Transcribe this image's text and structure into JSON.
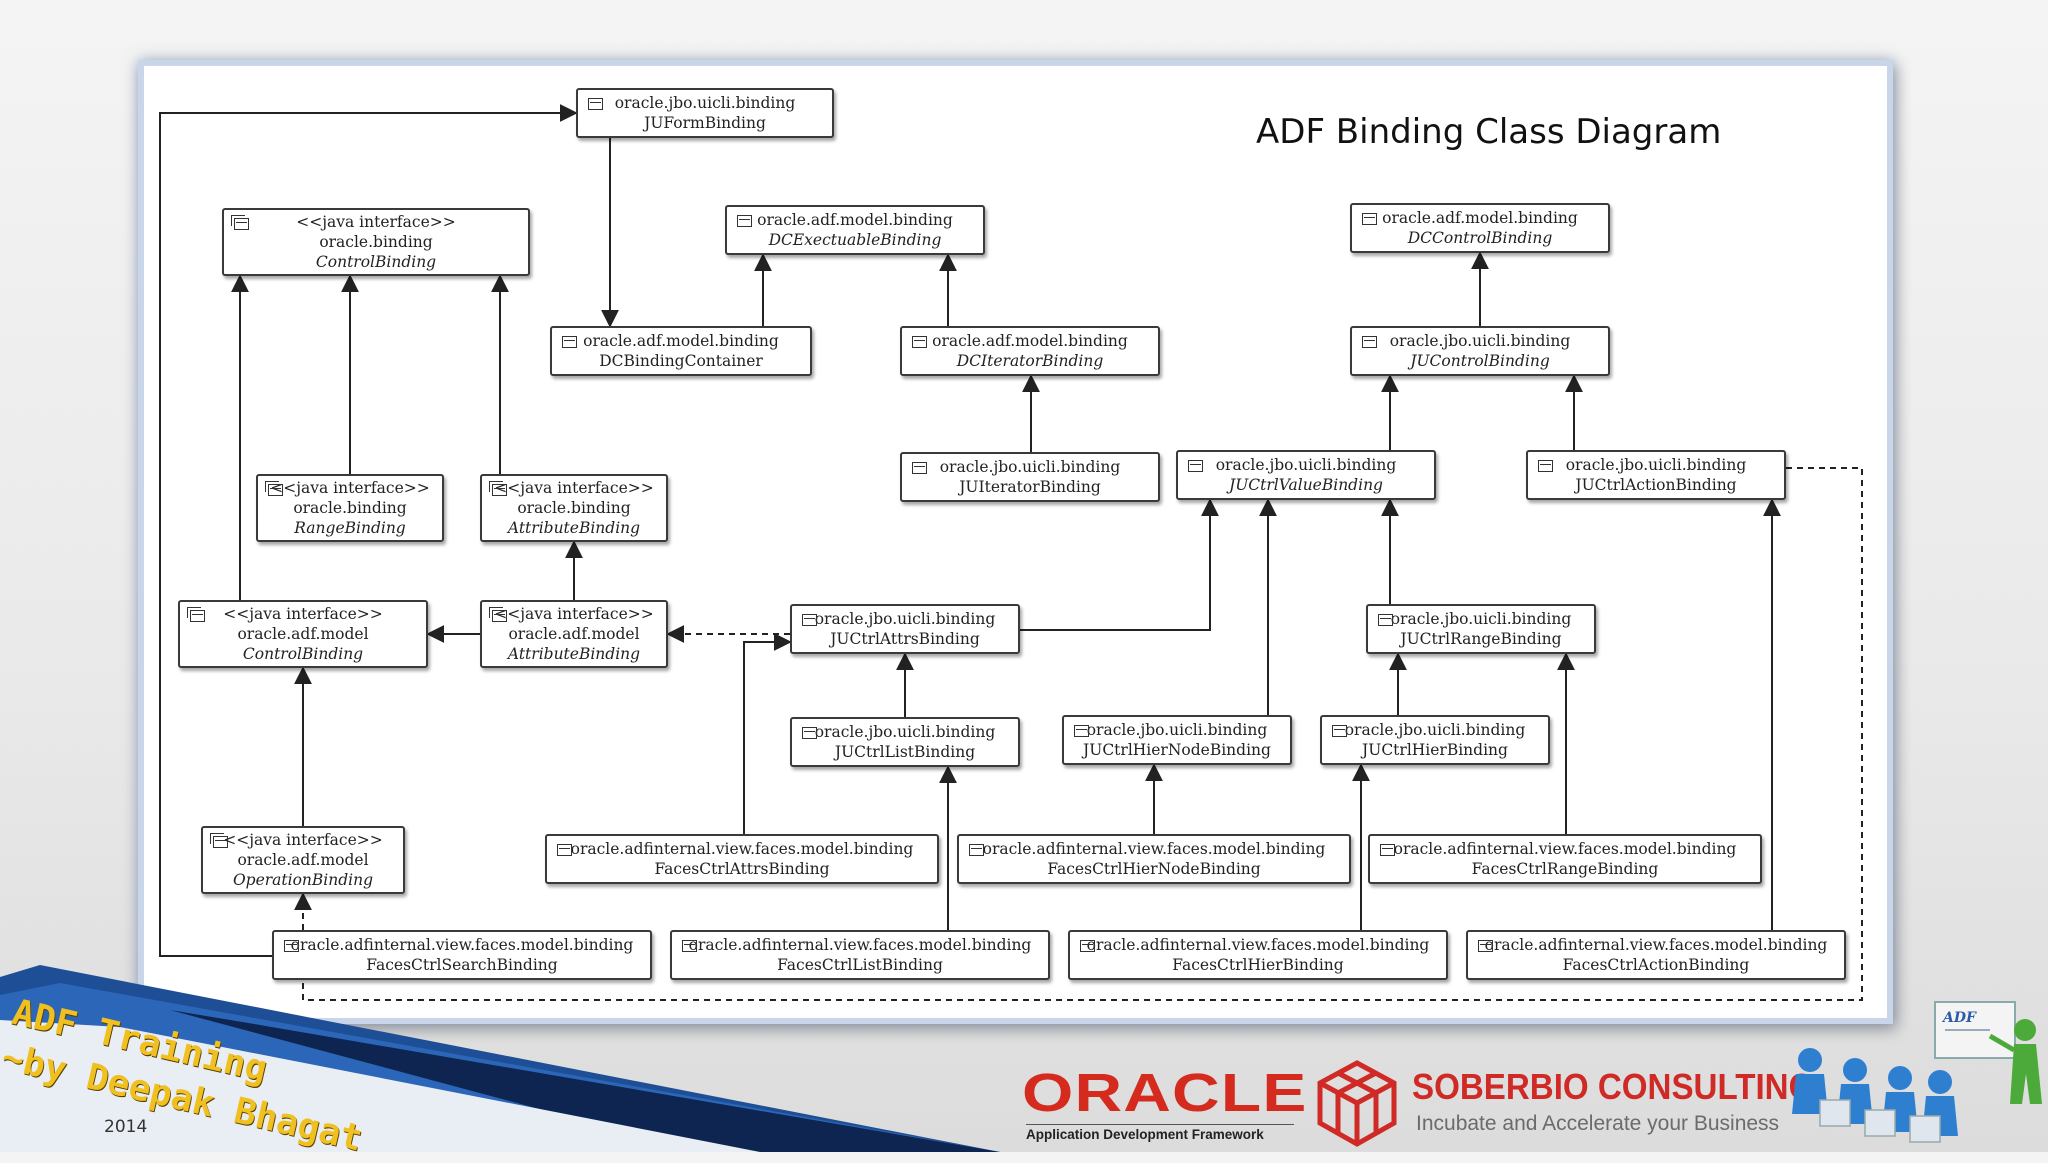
{
  "title": "ADF Binding Class Diagram",
  "colors": {
    "frame_border": "#c9d6ea",
    "ribbon_yellow": "#f0c020",
    "oracle_red": "#d52b1e",
    "soberbio_red": "#cf2a26"
  },
  "classes": [
    {
      "id": "JUFormBinding",
      "stereotype": "",
      "package": "oracle.jbo.uicli.binding",
      "name": "JUFormBinding",
      "icon": "class-icon"
    },
    {
      "id": "ControlBinding_b",
      "stereotype": "<<java interface>>",
      "package": "oracle.binding",
      "name": "ControlBinding",
      "icon": "interface-icon"
    },
    {
      "id": "DCExecutableBinding",
      "stereotype": "",
      "package": "oracle.adf.model.binding",
      "name": "DCExectuableBinding",
      "icon": "class-icon"
    },
    {
      "id": "DCControlBinding",
      "stereotype": "",
      "package": "oracle.adf.model.binding",
      "name": "DCControlBinding",
      "icon": "class-icon"
    },
    {
      "id": "DCBindingContainer",
      "stereotype": "",
      "package": "oracle.adf.model.binding",
      "name": "DCBindingContainer",
      "icon": "class-icon"
    },
    {
      "id": "DCIteratorBinding",
      "stereotype": "",
      "package": "oracle.adf.model.binding",
      "name": "DCIteratorBinding",
      "icon": "class-icon"
    },
    {
      "id": "JUControlBinding",
      "stereotype": "",
      "package": "oracle.jbo.uicli.binding",
      "name": "JUControlBinding",
      "icon": "class-icon"
    },
    {
      "id": "RangeBinding",
      "stereotype": "<<java interface>>",
      "package": "oracle.binding",
      "name": "RangeBinding",
      "icon": "interface-icon"
    },
    {
      "id": "AttributeBinding_b",
      "stereotype": "<<java interface>>",
      "package": "oracle.binding",
      "name": "AttributeBinding",
      "icon": "interface-icon"
    },
    {
      "id": "JUIteratorBinding",
      "stereotype": "",
      "package": "oracle.jbo.uicli.binding",
      "name": "JUIteratorBinding",
      "icon": "class-icon"
    },
    {
      "id": "JUCtrlValueBinding",
      "stereotype": "",
      "package": "oracle.jbo.uicli.binding",
      "name": "JUCtrlValueBinding",
      "icon": "class-icon"
    },
    {
      "id": "JUCtrlActionBinding",
      "stereotype": "",
      "package": "oracle.jbo.uicli.binding",
      "name": "JUCtrlActionBinding",
      "icon": "class-icon"
    },
    {
      "id": "ControlBinding_m",
      "stereotype": "<<java interface>>",
      "package": "oracle.adf.model",
      "name": "ControlBinding",
      "icon": "interface-icon"
    },
    {
      "id": "AttributeBinding_m",
      "stereotype": "<<java interface>>",
      "package": "oracle.adf.model",
      "name": "AttributeBinding",
      "icon": "interface-icon"
    },
    {
      "id": "JUCtrlAttrsBinding",
      "stereotype": "",
      "package": "oracle.jbo.uicli.binding",
      "name": "JUCtrlAttrsBinding",
      "icon": "class-icon"
    },
    {
      "id": "JUCtrlRangeBinding",
      "stereotype": "",
      "package": "oracle.jbo.uicli.binding",
      "name": "JUCtrlRangeBinding",
      "icon": "class-icon"
    },
    {
      "id": "JUCtrlListBinding",
      "stereotype": "",
      "package": "oracle.jbo.uicli.binding",
      "name": "JUCtrlListBinding",
      "icon": "class-icon"
    },
    {
      "id": "JUCtrlHierNodeBinding",
      "stereotype": "",
      "package": "oracle.jbo.uicli.binding",
      "name": "JUCtrlHierNodeBinding",
      "icon": "class-icon"
    },
    {
      "id": "JUCtrlHierBinding",
      "stereotype": "",
      "package": "oracle.jbo.uicli.binding",
      "name": "JUCtrlHierBinding",
      "icon": "class-icon"
    },
    {
      "id": "OperationBinding",
      "stereotype": "<<java interface>>",
      "package": "oracle.adf.model",
      "name": "OperationBinding",
      "icon": "interface-icon"
    },
    {
      "id": "FacesCtrlAttrsBinding",
      "stereotype": "",
      "package": "oracle.adfinternal.view.faces.model.binding",
      "name": "FacesCtrlAttrsBinding",
      "icon": "class-icon"
    },
    {
      "id": "FacesCtrlHierNodeBinding",
      "stereotype": "",
      "package": "oracle.adfinternal.view.faces.model.binding",
      "name": "FacesCtrlHierNodeBinding",
      "icon": "class-icon"
    },
    {
      "id": "FacesCtrlRangeBinding",
      "stereotype": "",
      "package": "oracle.adfinternal.view.faces.model.binding",
      "name": "FacesCtrlRangeBinding",
      "icon": "class-icon"
    },
    {
      "id": "FacesCtrlSearchBinding",
      "stereotype": "",
      "package": "oracle.adfinternal.view.faces.model.binding",
      "name": "FacesCtrlSearchBinding",
      "icon": "class-icon"
    },
    {
      "id": "FacesCtrlListBinding",
      "stereotype": "",
      "package": "oracle.adfinternal.view.faces.model.binding",
      "name": "FacesCtrlListBinding",
      "icon": "class-icon"
    },
    {
      "id": "FacesCtrlHierBinding",
      "stereotype": "",
      "package": "oracle.adfinternal.view.faces.model.binding",
      "name": "FacesCtrlHierBinding",
      "icon": "class-icon"
    },
    {
      "id": "FacesCtrlActionBinding",
      "stereotype": "",
      "package": "oracle.adfinternal.view.faces.model.binding",
      "name": "FacesCtrlActionBinding",
      "icon": "class-icon"
    }
  ],
  "relations": [
    {
      "from": "JUFormBinding",
      "to": "DCBindingContainer",
      "style": "solid"
    },
    {
      "from": "DCBindingContainer",
      "to": "DCExecutableBinding",
      "style": "solid"
    },
    {
      "from": "DCIteratorBinding",
      "to": "DCExecutableBinding",
      "style": "solid"
    },
    {
      "from": "JUIteratorBinding",
      "to": "DCIteratorBinding",
      "style": "solid"
    },
    {
      "from": "JUControlBinding",
      "to": "DCControlBinding",
      "style": "solid"
    },
    {
      "from": "JUCtrlValueBinding",
      "to": "JUControlBinding",
      "style": "solid"
    },
    {
      "from": "JUCtrlActionBinding",
      "to": "JUControlBinding",
      "style": "solid"
    },
    {
      "from": "RangeBinding",
      "to": "ControlBinding_b",
      "style": "solid"
    },
    {
      "from": "AttributeBinding_b",
      "to": "ControlBinding_b",
      "style": "solid"
    },
    {
      "from": "ControlBinding_m",
      "to": "ControlBinding_b",
      "style": "solid"
    },
    {
      "from": "AttributeBinding_m",
      "to": "AttributeBinding_b",
      "style": "solid"
    },
    {
      "from": "AttributeBinding_m",
      "to": "ControlBinding_m",
      "style": "solid"
    },
    {
      "from": "JUCtrlAttrsBinding",
      "to": "AttributeBinding_m",
      "style": "dashed"
    },
    {
      "from": "JUCtrlAttrsBinding",
      "to": "JUCtrlValueBinding",
      "style": "solid"
    },
    {
      "from": "JUCtrlRangeBinding",
      "to": "JUCtrlValueBinding",
      "style": "solid"
    },
    {
      "from": "JUCtrlListBinding",
      "to": "JUCtrlAttrsBinding",
      "style": "solid"
    },
    {
      "from": "JUCtrlHierNodeBinding",
      "to": "JUCtrlValueBinding",
      "style": "solid"
    },
    {
      "from": "JUCtrlHierBinding",
      "to": "JUCtrlRangeBinding",
      "style": "solid"
    },
    {
      "from": "OperationBinding",
      "to": "ControlBinding_m",
      "style": "solid"
    },
    {
      "from": "FacesCtrlAttrsBinding",
      "to": "JUCtrlAttrsBinding",
      "style": "solid"
    },
    {
      "from": "FacesCtrlHierNodeBinding",
      "to": "JUCtrlHierNodeBinding",
      "style": "solid"
    },
    {
      "from": "FacesCtrlRangeBinding",
      "to": "JUCtrlRangeBinding",
      "style": "solid"
    },
    {
      "from": "FacesCtrlSearchBinding",
      "to": "JUFormBinding",
      "style": "solid"
    },
    {
      "from": "FacesCtrlSearchBinding",
      "to": "OperationBinding",
      "style": "dashed"
    },
    {
      "from": "FacesCtrlListBinding",
      "to": "JUCtrlListBinding",
      "style": "solid"
    },
    {
      "from": "FacesCtrlHierBinding",
      "to": "JUCtrlHierBinding",
      "style": "solid"
    },
    {
      "from": "FacesCtrlActionBinding",
      "to": "JUCtrlActionBinding",
      "style": "solid"
    },
    {
      "from": "JUCtrlActionBinding",
      "to": "OperationBinding",
      "style": "dashed"
    }
  ],
  "branding": {
    "ribbon_line1": "ADF Training",
    "ribbon_line2": "~by Deepak Bhagat",
    "year": "2014",
    "oracle_word": "ORACLE",
    "oracle_subtitle": "Application Development Framework",
    "company_name": "SOBERBIO CONSULTING",
    "company_tagline": "Incubate and Accelerate your Business",
    "art_badge": "ADF"
  }
}
